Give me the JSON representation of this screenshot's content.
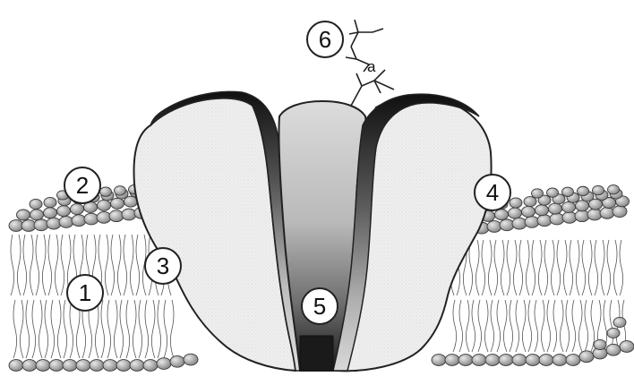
{
  "diagram": {
    "callouts": [
      {
        "id": "1",
        "label": "1"
      },
      {
        "id": "2",
        "label": "2"
      },
      {
        "id": "3",
        "label": "3"
      },
      {
        "id": "4",
        "label": "4"
      },
      {
        "id": "5",
        "label": "5"
      },
      {
        "id": "6",
        "label": "6"
      }
    ],
    "glycan_label": "a"
  }
}
